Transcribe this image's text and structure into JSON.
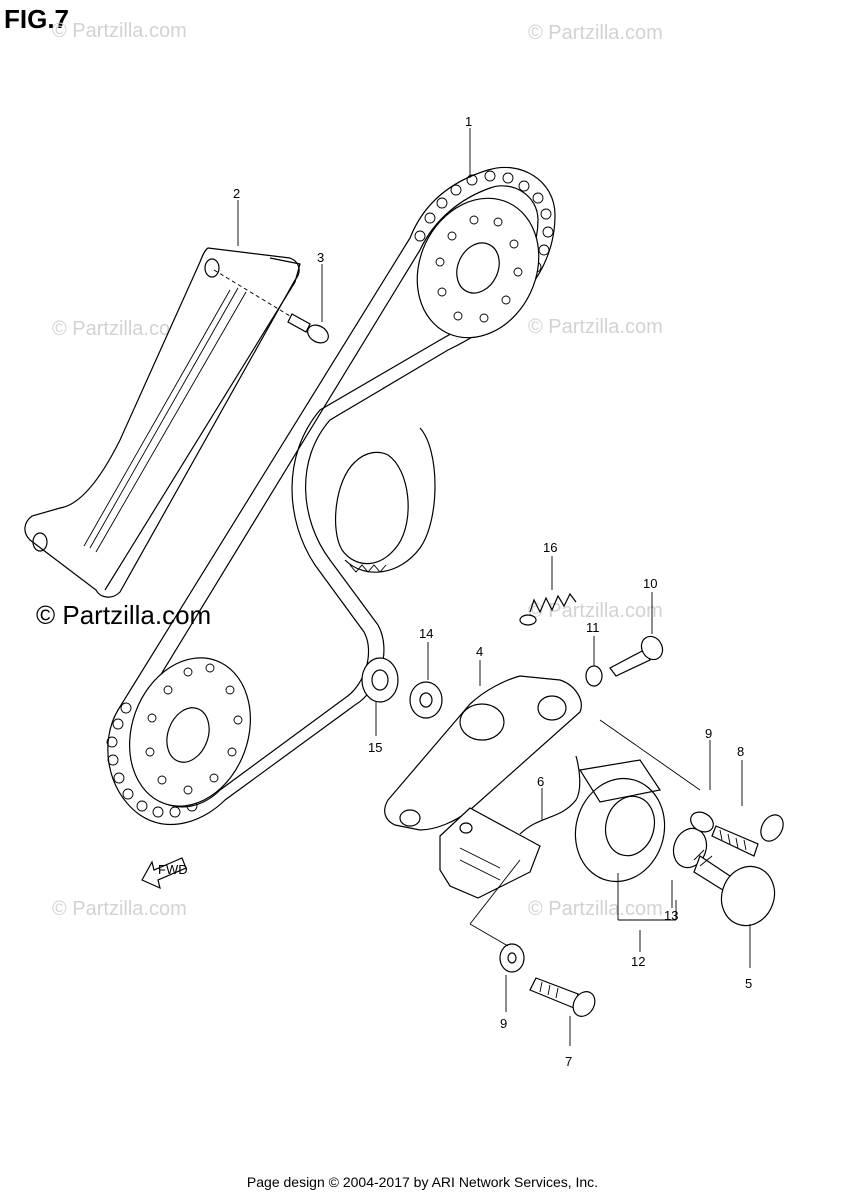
{
  "figure": {
    "title": "FIG.7"
  },
  "watermarks": {
    "small": "© Partzilla.com",
    "large": "© Partzilla.com"
  },
  "footer": {
    "text": "Page design © 2004-2017 by ARI Network Services, Inc."
  },
  "fwd_arrow": {
    "label": "FWD"
  },
  "callouts": [
    {
      "id": "1",
      "part": "cam chain"
    },
    {
      "id": "2",
      "part": "chain guide"
    },
    {
      "id": "3",
      "part": "guide screw"
    },
    {
      "id": "4",
      "part": "tensioner arm"
    },
    {
      "id": "5",
      "part": "adjuster bolt"
    },
    {
      "id": "6",
      "part": "spring"
    },
    {
      "id": "7",
      "part": "bolt"
    },
    {
      "id": "8",
      "part": "bolt"
    },
    {
      "id": "9",
      "part": "washer"
    },
    {
      "id": "10",
      "part": "bolt"
    },
    {
      "id": "11",
      "part": "nut"
    },
    {
      "id": "12",
      "part": "ratchet gear"
    },
    {
      "id": "13",
      "part": "pin"
    },
    {
      "id": "14",
      "part": "washer"
    },
    {
      "id": "15",
      "part": "roller"
    },
    {
      "id": "16",
      "part": "spring"
    }
  ],
  "callouts_extra": {
    "nine_b": "9"
  }
}
